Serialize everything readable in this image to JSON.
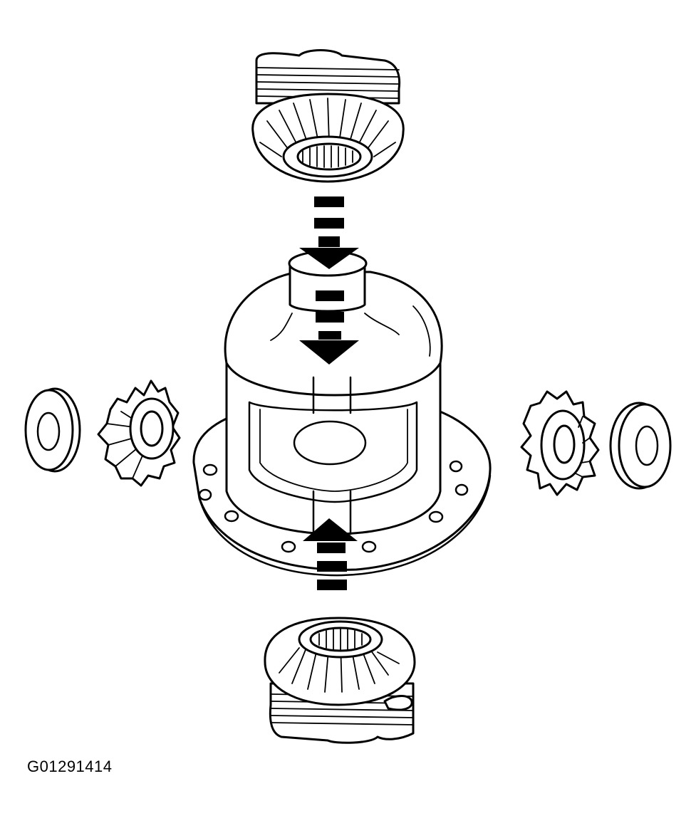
{
  "figure": {
    "code": "G01291414",
    "components": [
      "upper-side-gear-clutch-pack",
      "differential-case",
      "left-thrust-washer",
      "left-pinion-gear",
      "right-pinion-gear",
      "right-thrust-washer",
      "lower-side-gear-clutch-pack"
    ],
    "arrows": [
      {
        "name": "upper-arrow",
        "direction": "down"
      },
      {
        "name": "inner-arrow",
        "direction": "down"
      },
      {
        "name": "lower-arrow",
        "direction": "up"
      }
    ],
    "colors": {
      "line": "#000000",
      "background": "#ffffff"
    }
  }
}
